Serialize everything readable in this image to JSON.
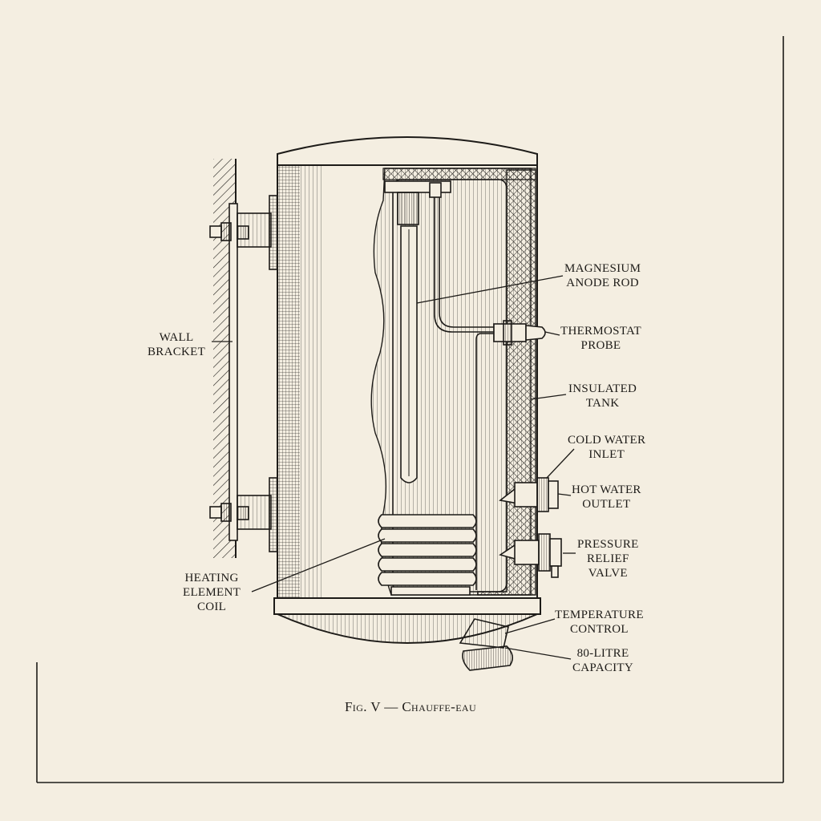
{
  "figure": {
    "caption": "Fig. V — Chauffe-eau"
  },
  "labels": {
    "magnesium_anode_rod": [
      "MAGNESIUM",
      "ANODE ROD"
    ],
    "thermostat_probe": [
      "THERMOSTAT",
      "PROBE"
    ],
    "insulated_tank": [
      "INSULATED",
      "TANK"
    ],
    "cold_water_inlet": [
      "COLD WATER",
      "INLET"
    ],
    "hot_water_outlet": [
      "HOT WATER",
      "OUTLET"
    ],
    "pressure_relief_valve": [
      "PRESSURE",
      "RELIEF",
      "VALVE"
    ],
    "temperature_control": [
      "TEMPERATURE",
      "CONTROL"
    ],
    "capacity": [
      "80-LITRE",
      "CAPACITY"
    ],
    "wall_bracket": [
      "WALL",
      "BRACKET"
    ],
    "heating_element_coil": [
      "HEATING",
      "ELEMENT",
      "COIL"
    ]
  },
  "colors": {
    "paper": "#f4eee1",
    "ink": "#1d1b18"
  }
}
